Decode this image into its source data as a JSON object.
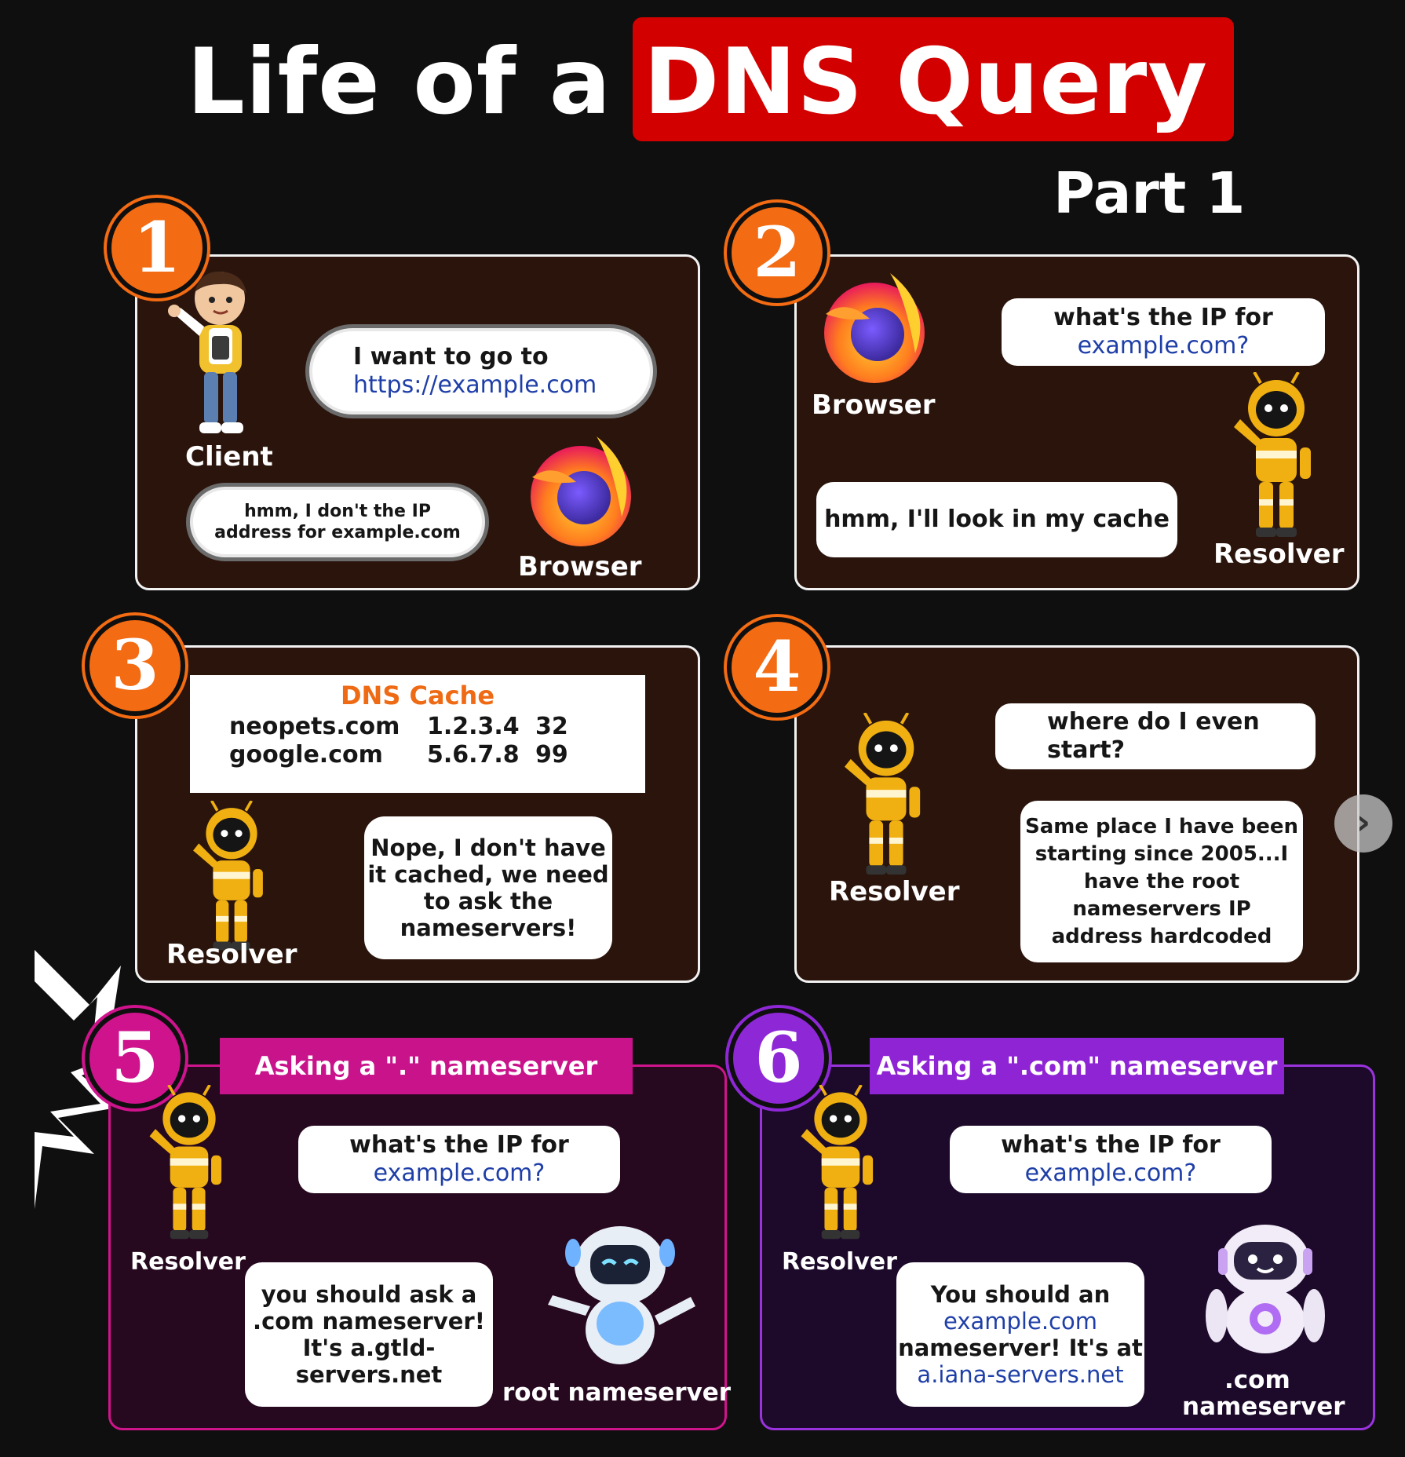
{
  "title": {
    "plain": "Life of a",
    "highlight": "DNS Query",
    "subtitle": "Part 1"
  },
  "panels": [
    {
      "number": "1",
      "labels": {
        "client": "Client",
        "browser": "Browser"
      },
      "bubbles": [
        {
          "line1": "I want to go to",
          "link": "https://example.com"
        },
        {
          "line1": "hmm, I don't the IP",
          "line2": "address for example.com"
        }
      ]
    },
    {
      "number": "2",
      "labels": {
        "browser": "Browser",
        "resolver": "Resolver"
      },
      "bubbles": [
        {
          "line1": "what's the IP for",
          "link": "example.com?"
        },
        {
          "line1": "hmm, I'll look in my cache"
        }
      ]
    },
    {
      "number": "3",
      "labels": {
        "resolver": "Resolver"
      },
      "cache": {
        "title": "DNS Cache",
        "rows": [
          {
            "domain": "neopets.com",
            "ip": "1.2.3.4",
            "ttl": "32"
          },
          {
            "domain": "google.com",
            "ip": "5.6.7.8",
            "ttl": "99"
          }
        ]
      },
      "bubbles": [
        {
          "lines": [
            "Nope, I don't have",
            "it cached, we need",
            "to ask the",
            "nameservers!"
          ]
        }
      ]
    },
    {
      "number": "4",
      "labels": {
        "resolver": "Resolver"
      },
      "bubbles": [
        {
          "lines": [
            "where do I even",
            "start?"
          ]
        },
        {
          "lines": [
            "Same place I have been",
            "starting since 2005...I",
            "have the root",
            "nameservers IP",
            "address hardcoded"
          ]
        }
      ]
    },
    {
      "number": "5",
      "banner": "Asking a \".\" nameserver",
      "labels": {
        "resolver": "Resolver",
        "server": "root nameserver"
      },
      "bubbles": [
        {
          "line1": "what's the IP for",
          "link": "example.com?"
        },
        {
          "lines": [
            "you should ask a",
            ".com nameserver!",
            "It's a.gtld-",
            "servers.net"
          ]
        }
      ]
    },
    {
      "number": "6",
      "banner": "Asking a \".com\" nameserver",
      "labels": {
        "resolver": "Resolver",
        "server_line1": ".com",
        "server_line2": "nameserver"
      },
      "bubbles": [
        {
          "line1": "what's the IP for",
          "link": "example.com?"
        },
        {
          "line1": "You should an",
          "link1": "example.com",
          "line3": "nameserver! It's at",
          "link2": "a.iana-servers.net"
        }
      ]
    }
  ],
  "navigation": {
    "next_icon": "chevron-right-icon",
    "next_glyph": "›"
  },
  "colors": {
    "title_red": "#d30000",
    "orange": "#f36b12",
    "pink": "#cf138d",
    "purple": "#8e28d6",
    "link_blue": "#1f3fa8"
  }
}
